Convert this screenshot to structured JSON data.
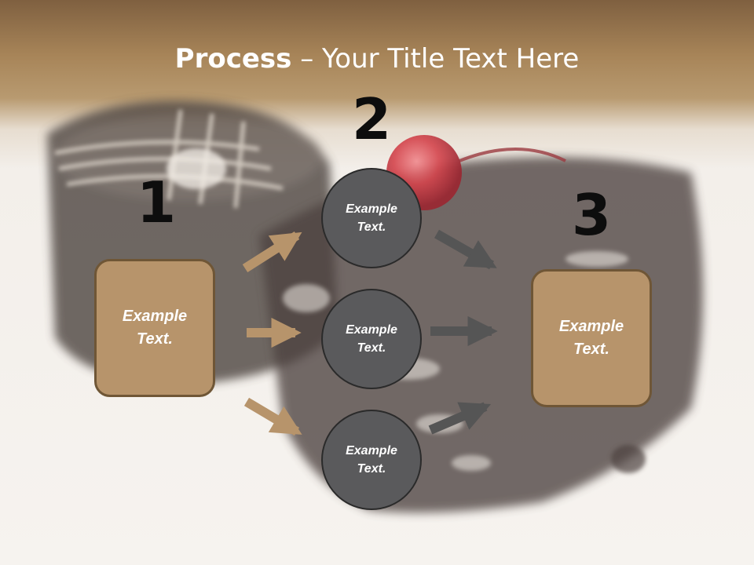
{
  "title": {
    "bold": "Process",
    "separator": " – ",
    "rest": "Your Title Text Here"
  },
  "steps": [
    {
      "number": "1",
      "label": "Example Text."
    },
    {
      "number": "2",
      "label": "Example Text."
    },
    {
      "number": "3",
      "label": "Example Text."
    }
  ],
  "middle_items": [
    {
      "label": "Example Text."
    },
    {
      "label": "Example Text."
    },
    {
      "label": "Example Text."
    }
  ],
  "colors": {
    "header_brown": "#a78458",
    "box_fill": "#b7946b",
    "box_border": "#6f5636",
    "circle_fill": "#5a5a5c",
    "tan_arrow": "#b7946b",
    "dark_arrow": "#555555"
  }
}
